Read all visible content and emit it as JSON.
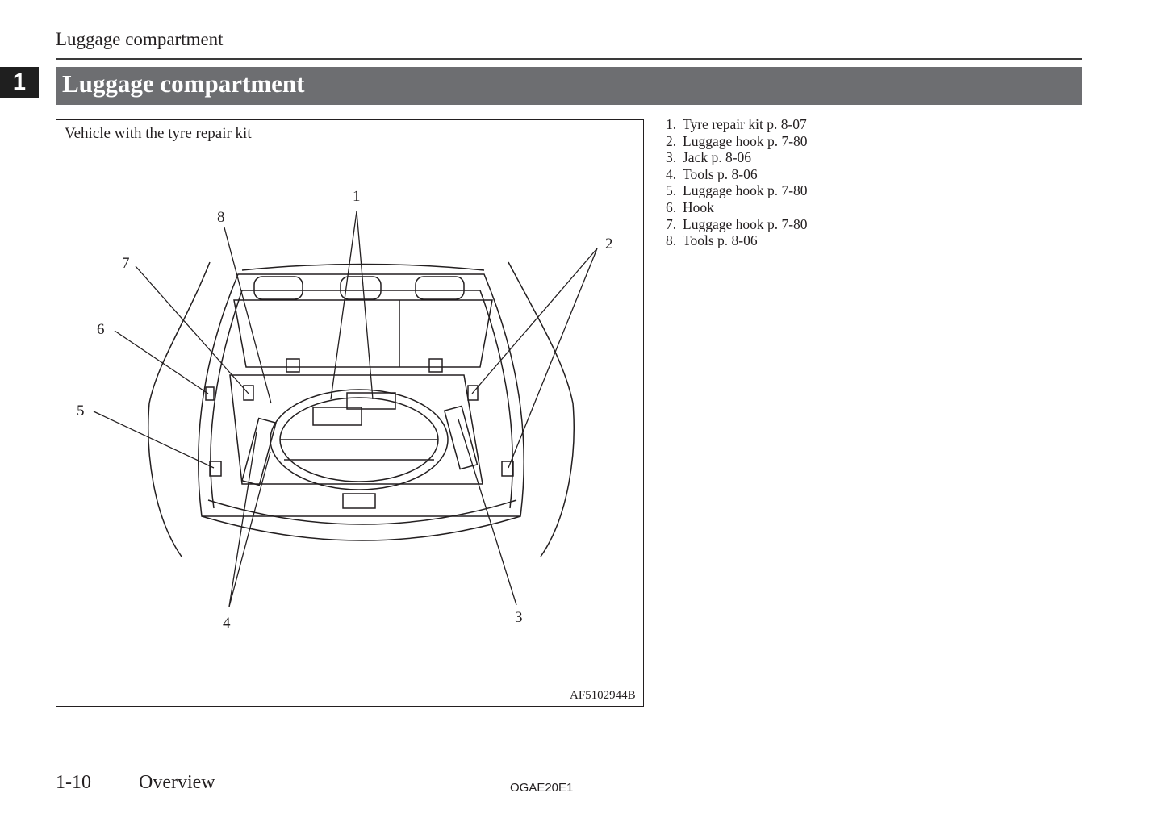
{
  "header": {
    "running_head": "Luggage compartment",
    "chapter_number": "1",
    "title": "Luggage compartment"
  },
  "figure": {
    "caption": "Vehicle with the tyre repair kit",
    "code": "AF5102944B",
    "callouts": [
      "1",
      "2",
      "3",
      "4",
      "5",
      "6",
      "7",
      "8"
    ]
  },
  "legend": [
    {
      "n": "1.",
      "text": "Tyre repair kit p. 8-07"
    },
    {
      "n": "2.",
      "text": "Luggage hook p. 7-80"
    },
    {
      "n": "3.",
      "text": "Jack p. 8-06"
    },
    {
      "n": "4.",
      "text": "Tools p. 8-06"
    },
    {
      "n": "5.",
      "text": "Luggage hook p. 7-80"
    },
    {
      "n": "6.",
      "text": "Hook"
    },
    {
      "n": "7.",
      "text": "Luggage hook p. 7-80"
    },
    {
      "n": "8.",
      "text": "Tools p. 8-06"
    }
  ],
  "footer": {
    "page_number": "1-10",
    "section": "Overview",
    "doc_code": "OGAE20E1"
  }
}
